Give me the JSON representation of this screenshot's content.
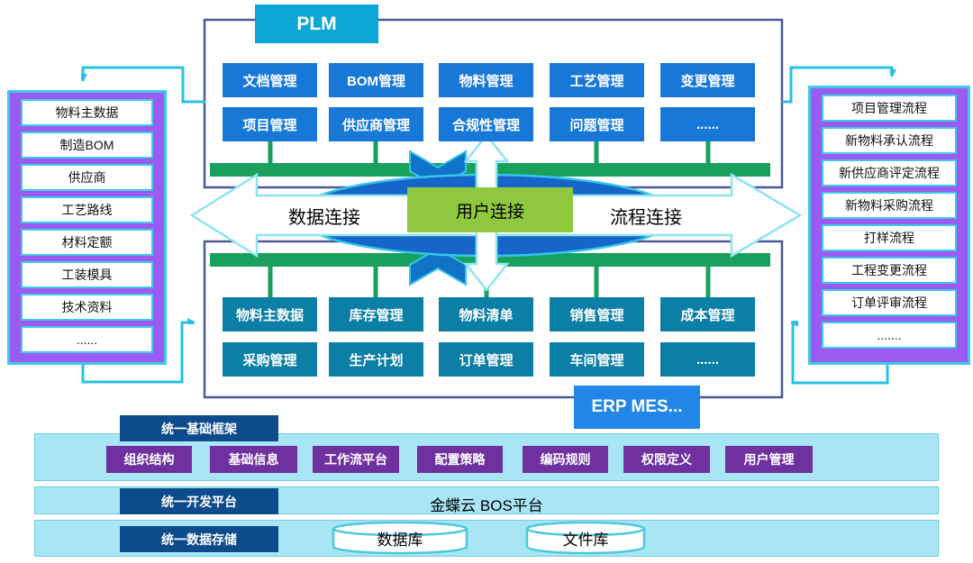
{
  "panels": {
    "plm": {
      "title": "PLM",
      "row1": [
        "文档管理",
        "BOM管理",
        "物料管理",
        "工艺管理",
        "变更管理"
      ],
      "row2": [
        "项目管理",
        "供应商管理",
        "合规性管理",
        "问题管理",
        "......"
      ]
    },
    "erp": {
      "title": "ERP MES...",
      "row1": [
        "物料主数据",
        "库存管理",
        "物料清单",
        "销售管理",
        "成本管理"
      ],
      "row2": [
        "采购管理",
        "生产计划",
        "订单管理",
        "车间管理",
        "......"
      ]
    },
    "left": {
      "items": [
        "物料主数据",
        "制造BOM",
        "供应商",
        "工艺路线",
        "材料定额",
        "工装模具",
        "技术资料",
        "......"
      ]
    },
    "right": {
      "items": [
        "项目管理流程",
        "新物料承认流程",
        "新供应商评定流程",
        "新物料采购流程",
        "打样流程",
        "工程变更流程",
        "订单评审流程",
        "......."
      ]
    }
  },
  "connections": {
    "data": "数据连接",
    "user": "用户连接",
    "process": "流程连接"
  },
  "foundation": {
    "framework_label": "统一基础框架",
    "framework_items": [
      "组织结构",
      "基础信息",
      "工作流平台",
      "配置策略",
      "编码规则",
      "权限定义",
      "用户管理"
    ],
    "dev_label": "统一开发平台",
    "dev_platform": "金蝶云 BOS平台",
    "storage_label": "统一数据存储",
    "storages": [
      "数据库",
      "文件库"
    ]
  },
  "colors": {
    "plm_module": "#1878d8",
    "plm_title": "#0aa6d6",
    "erp_module": "#0c7fa6",
    "erp_title": "#2186e8",
    "panel_purple": "#9b5bf0",
    "cyan_border": "#3ec9e8",
    "green_bus": "#18a05c",
    "user_green": "#8fc83e",
    "ellipse_blue": "#1566c8",
    "outline": "#4d5a96",
    "bar_lightblue": "#a9e6f5",
    "found_darkblue": "#0e4b8c",
    "found_purple": "#7030a0"
  }
}
